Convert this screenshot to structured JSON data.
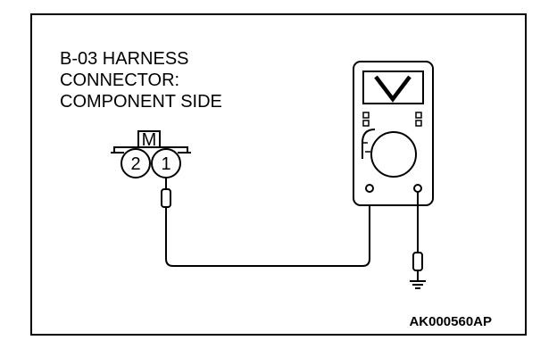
{
  "diagram": {
    "title_lines": [
      "B-03 HARNESS",
      "CONNECTOR:",
      "COMPONENT SIDE"
    ],
    "connector": {
      "key_label": "M",
      "pins": [
        "2",
        "1"
      ]
    },
    "meter": {
      "mode_symbol": "V"
    },
    "figure_code": "AK000560AP",
    "colors": {
      "stroke": "#000000",
      "background": "#ffffff"
    }
  }
}
